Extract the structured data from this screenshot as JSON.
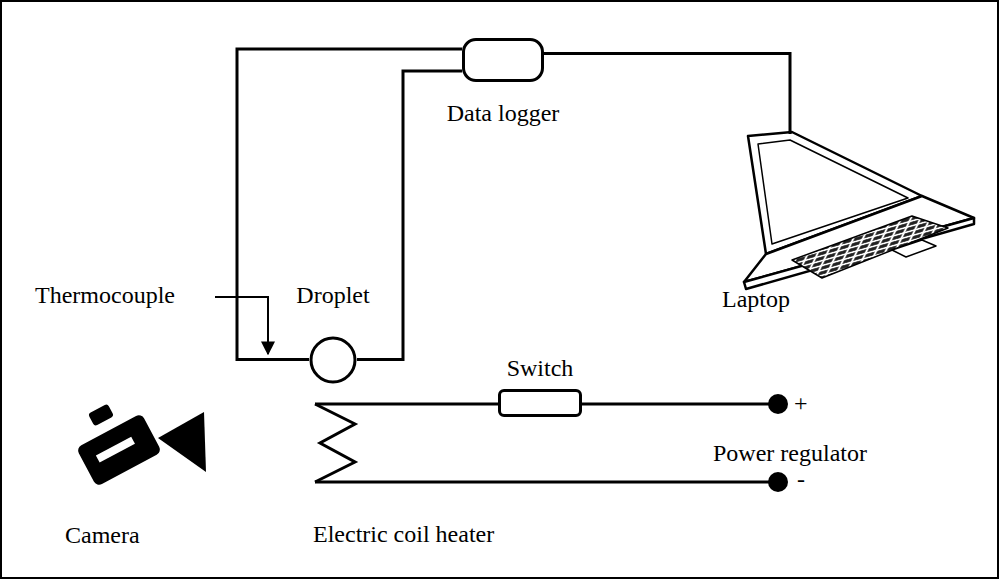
{
  "diagram": {
    "nodes": [
      {
        "text": [
          "Data logger"
        ]
      },
      {
        "text": [
          "Droplet"
        ]
      },
      {
        "text": [
          "Switch"
        ]
      },
      {
        "text": [
          "Laptop"
        ]
      }
    ],
    "edges": [
      {
        "from": 0,
        "to": 1,
        "arrow": "none"
      },
      {
        "from": 0,
        "to": 1,
        "arrow": "none"
      },
      {
        "from": 0,
        "to": 3,
        "arrow": "none"
      }
    ],
    "labels": [
      "Thermocouple",
      "Camera",
      "Electric coil heater",
      "Power regulator",
      "+",
      "-"
    ]
  }
}
